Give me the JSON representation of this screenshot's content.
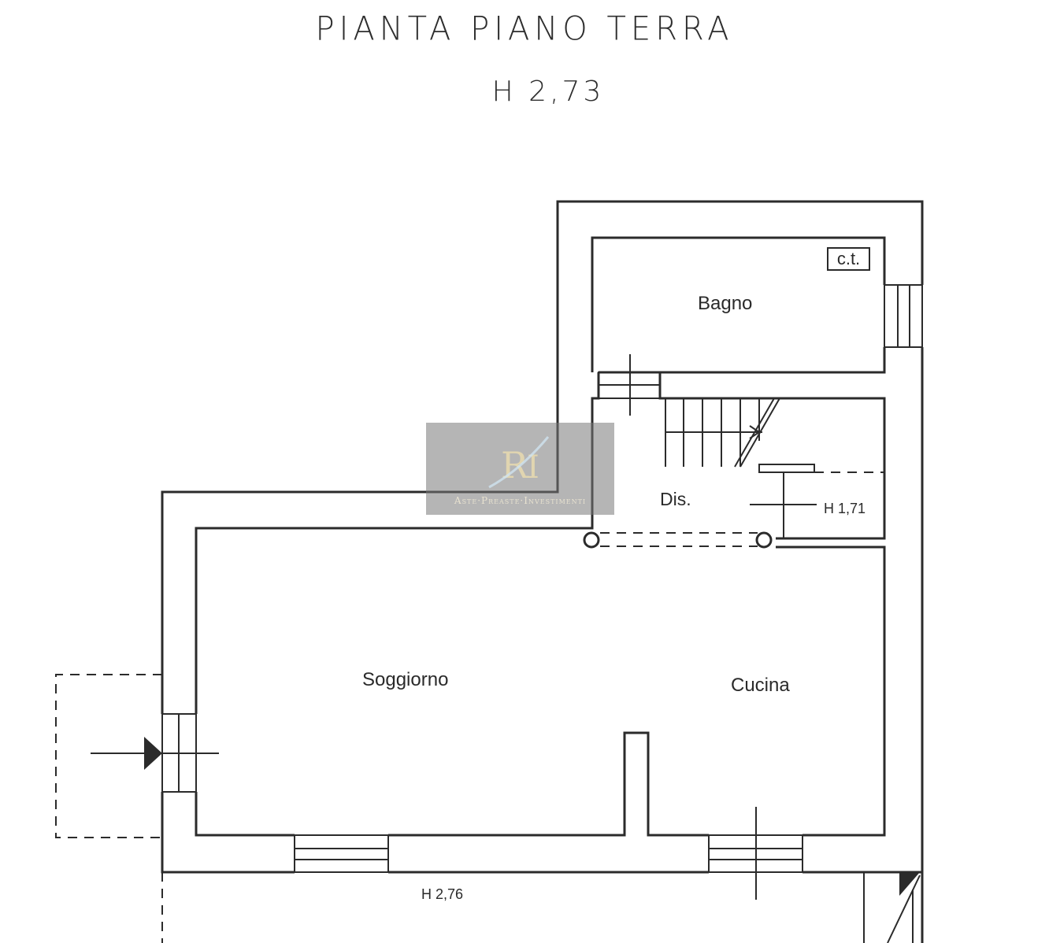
{
  "plan": {
    "title": "PIANTA PIANO TERRA",
    "height_label": "H 2,73",
    "rooms": {
      "bagno": "Bagno",
      "ct": "c.t.",
      "dis": "Dis.",
      "soggiorno": "Soggiorno",
      "cucina": "Cucina"
    },
    "annotations": {
      "stair_height": "H 1,71",
      "bottom_height": "H 2,76"
    }
  },
  "watermark": {
    "logo_letters": "RI",
    "text": "Aste·Preaste·Investimenti"
  },
  "colors": {
    "wall": "#2b2b2b",
    "text": "#2a2a2a",
    "watermark_bg": "#8a8a8a",
    "logo_gold": "#d9c89a"
  }
}
